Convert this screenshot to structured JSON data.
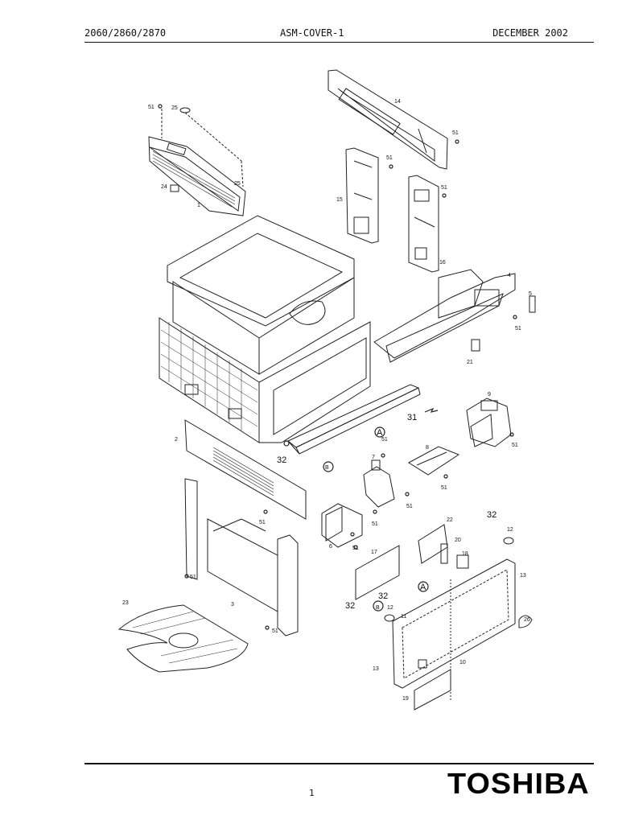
{
  "header": {
    "models": "2060/2860/2870",
    "section": "ASM-COVER-1",
    "date": "DECEMBER 2002"
  },
  "footer": {
    "page_number": "1",
    "brand": "TOSHIBA"
  },
  "callouts": {
    "c51": "51",
    "c25": "25",
    "c24": "24",
    "c1": "1",
    "c14": "14",
    "c15": "15",
    "c16": "16",
    "c4": "4",
    "c5": "5",
    "c21": "21",
    "c9": "9",
    "c31": "31",
    "c32": "32",
    "c2": "2",
    "cA": "A",
    "cB": "B",
    "c8": "8",
    "c7": "7",
    "c6": "6",
    "c22": "22",
    "c12": "12",
    "c17": "17",
    "c18": "18",
    "c20": "20",
    "c11": "11",
    "c13": "13",
    "c10": "10",
    "c26": "26",
    "c19": "19",
    "c23": "23",
    "c3": "3"
  }
}
